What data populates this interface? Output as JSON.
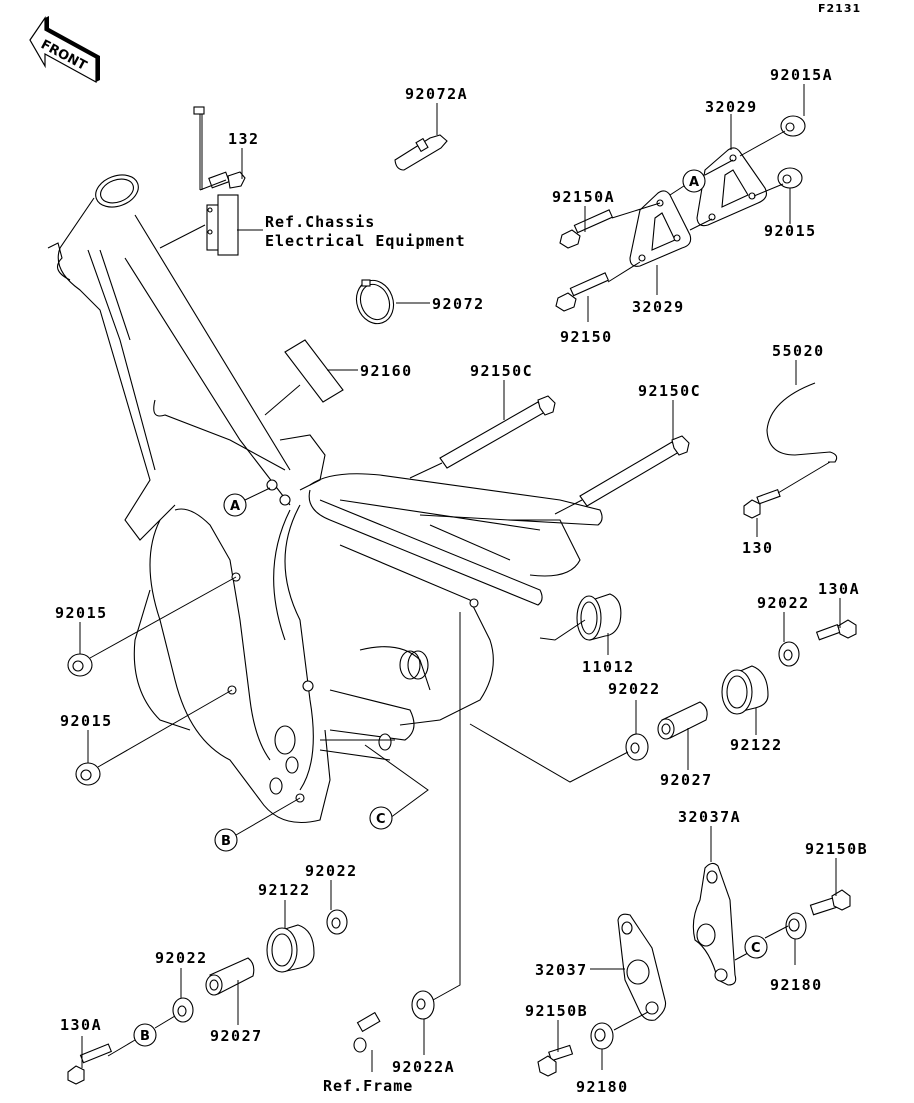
{
  "diagram": {
    "code": "F2131",
    "front_indicator": "FRONT",
    "callouts": {
      "a": "A",
      "b": "B",
      "c": "C"
    },
    "parts": {
      "p132": "132",
      "p92072A": "92072A",
      "p92015A": "92015A",
      "p32029_top": "32029",
      "p92150A": "92150A",
      "p92015_top": "92015",
      "p92072": "92072",
      "p32029_bottom": "32029",
      "p92150": "92150",
      "p92160": "92160",
      "p92150C_left": "92150C",
      "p92150C_right": "92150C",
      "p55020": "55020",
      "p130": "130",
      "p92015_mid": "92015",
      "p92015_low": "92015",
      "p130A_right": "130A",
      "p92022_right": "92022",
      "p11012": "11012",
      "p92022_mid": "92022",
      "p92122_right": "92122",
      "p92027_right": "92027",
      "p32037A": "32037A",
      "p92150B_right": "92150B",
      "p92180_right": "92180",
      "p32037": "32037",
      "p92150B_left": "92150B",
      "p92180_left": "92180",
      "p92022_low_right": "92022",
      "p92122_left": "92122",
      "p92022_low_left": "92022",
      "p92027_left": "92027",
      "p130A_left": "130A",
      "p92022A": "92022A"
    },
    "references": {
      "chassis_line1": "Ref.Chassis",
      "chassis_line2": "Electrical Equipment",
      "frame": "Ref.Frame"
    }
  }
}
